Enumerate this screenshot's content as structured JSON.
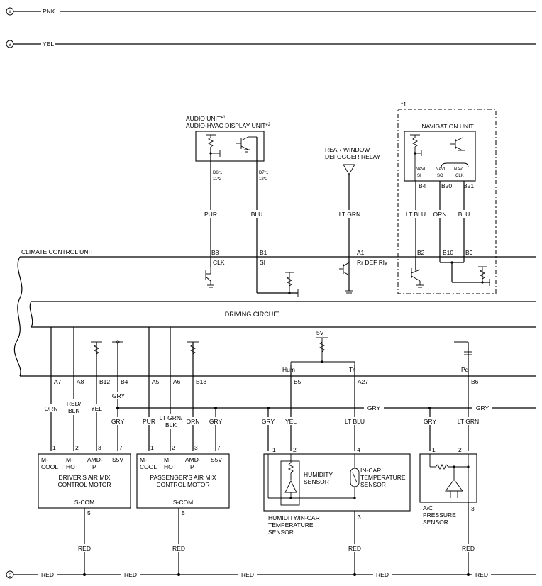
{
  "rails": {
    "a": {
      "letter": "A",
      "wire": "PNK"
    },
    "b": {
      "letter": "B",
      "wire": "YEL"
    },
    "c": {
      "letter": "C",
      "wire": "RED"
    }
  },
  "star1": "*1",
  "audio": {
    "title1": "AUDIO UNIT*",
    "title1_sup": "1",
    "title2": "AUDIO-HVAC DISPLAY UNIT*",
    "title2_sup": "2",
    "pin_left1": "D6*1",
    "pin_left2": "11*2",
    "pin_right1": "D7*1",
    "pin_right2": "12*2",
    "wire_left": "PUR",
    "wire_right": "BLU"
  },
  "relay": {
    "line1": "REAR WINDOW",
    "line2": "DEFOGGER RELAY",
    "wire": "LT GRN"
  },
  "nav": {
    "title": "NAVIGATION UNIT",
    "pin1_top": "NAVI",
    "pin1_bot": "SI",
    "pin2_top": "NAVI",
    "pin2_bot": "SO",
    "pin3_top": "NAVI",
    "pin3_bot": "CLK",
    "conn1": "B4",
    "conn2": "B20",
    "conn3": "B21",
    "wire1": "LT BLU",
    "wire2": "ORN",
    "wire3": "BLU"
  },
  "ccu": {
    "title": "CLIMATE CONTROL UNIT",
    "driving": "DRIVING CIRCUIT",
    "pins_top": [
      "B8",
      "B1",
      "A1",
      "B2",
      "B10",
      "B9"
    ],
    "clk": "CLK",
    "si": "SI",
    "rr_def": "Rr DEF Rly",
    "five_v": "5V",
    "hum": "Hum",
    "tr": "Tr",
    "pd": "Pd",
    "pins_bottom": [
      "A7",
      "A8",
      "B12",
      "B4",
      "A5",
      "A6",
      "B13",
      "B5",
      "A27",
      "B6"
    ]
  },
  "wires": {
    "gry": "GRY",
    "orn": "ORN",
    "red_blk_1": "RED/",
    "red_blk_2": "BLK",
    "yel": "YEL",
    "pur": "PUR",
    "ltgrn_blk_1": "LT GRN/",
    "ltgrn_blk_2": "BLK",
    "ltblu": "LT BLU",
    "ltgrn": "LT GRN",
    "red": "RED"
  },
  "driver_motor": {
    "pins": [
      "1",
      "2",
      "3",
      "7"
    ],
    "labels": [
      [
        "M-",
        "COOL"
      ],
      [
        "M-",
        "HOT"
      ],
      [
        "AMD-",
        "P"
      ],
      [
        "S5V",
        ""
      ]
    ],
    "name1": "DRIVER'S AIR MIX",
    "name2": "CONTROL MOTOR",
    "scom": "S-COM",
    "pin_bottom": "5"
  },
  "pass_motor": {
    "pins": [
      "1",
      "2",
      "3",
      "7"
    ],
    "labels": [
      [
        "M-",
        "COOL"
      ],
      [
        "M-",
        "HOT"
      ],
      [
        "AMD-",
        "P"
      ],
      [
        "S5V",
        ""
      ]
    ],
    "name1": "PASSENGER'S AIR MIX",
    "name2": "CONTROL MOTOR",
    "scom": "S-COM",
    "pin_bottom": "5"
  },
  "hum_sensor": {
    "pin1": "1",
    "pin2": "2",
    "pin4": "4",
    "pin3": "3",
    "hum1": "HUMIDITY",
    "hum2": "SENSOR",
    "incar1": "IN-CAR",
    "incar2": "TEMPERATURE",
    "incar3": "SENSOR",
    "name1": "HUMIDITY/IN-CAR",
    "name2": "TEMPERATURE",
    "name3": "SENSOR"
  },
  "ac_sensor": {
    "pin1": "1",
    "pin2": "2",
    "pin3": "3",
    "name1": "A/C",
    "name2": "PRESSURE",
    "name3": "SENSOR"
  }
}
